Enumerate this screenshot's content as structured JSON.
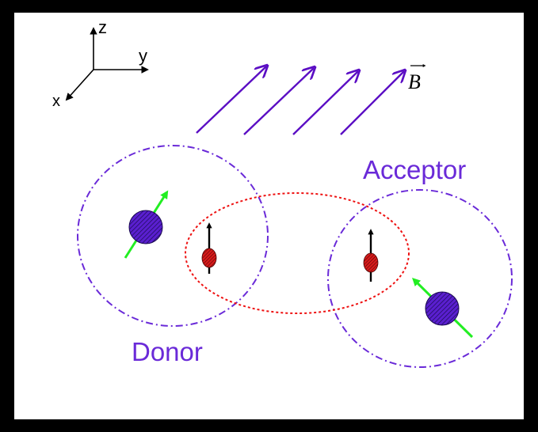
{
  "axes": {
    "z": "z",
    "y": "y",
    "x": "x"
  },
  "field_label": "B",
  "labels": {
    "donor": "Donor",
    "acceptor": "Acceptor"
  },
  "colors": {
    "background": "#000000",
    "panel": "#ffffff",
    "field_arrows": "#5b0ec4",
    "orbit_circles": "#6a2ad8",
    "overlap_ellipse": "#ee1111",
    "nucleus_fill": "#5a1fd0",
    "electron_fill": "#d91a1a",
    "nuclear_spin_arrow": "#22ee22",
    "electron_spin_arrow": "#000000",
    "label_text": "#6a2ad8"
  },
  "icons": {
    "donor_nucleus": "hatched-circle-nucleus",
    "acceptor_nucleus": "hatched-circle-nucleus",
    "electron": "hatched-oval-electron"
  }
}
